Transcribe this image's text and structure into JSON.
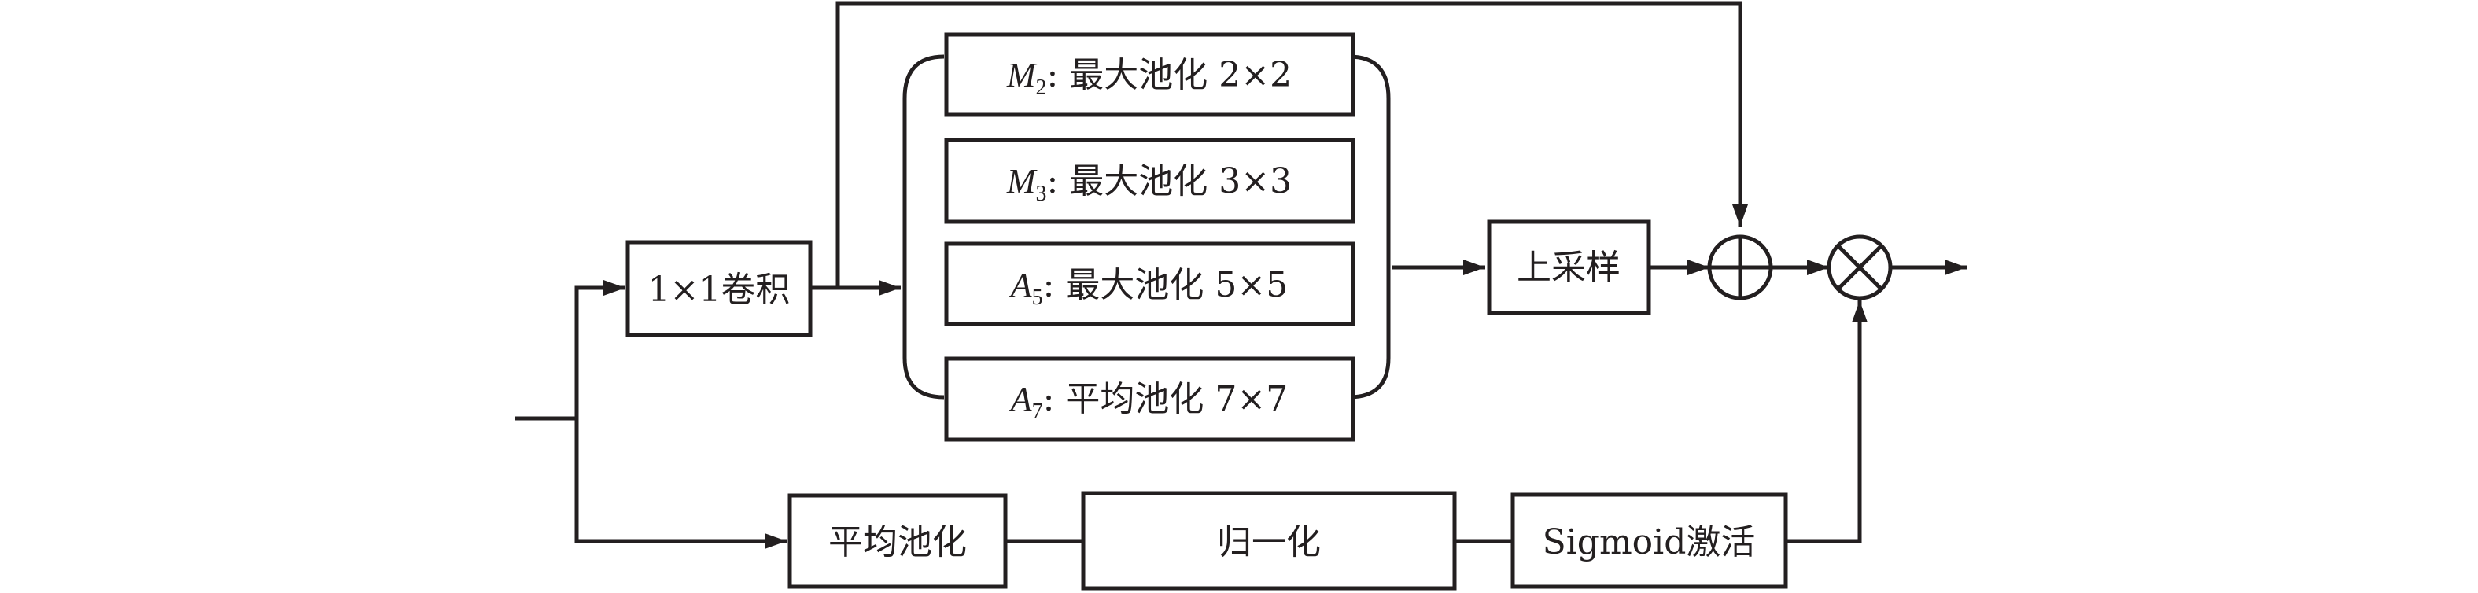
{
  "colors": {
    "stroke": "#231f20",
    "background": "#ffffff"
  },
  "blocks": {
    "conv": "1×1卷积",
    "upsample": "上采样",
    "avg_pool": "平均池化",
    "normalize": "归一化",
    "sigmoid": "Sigmoid激活"
  },
  "branches": [
    {
      "var": "M",
      "sub": "2",
      "text": ": 最大池化 2×2"
    },
    {
      "var": "M",
      "sub": "3",
      "text": ": 最大池化 3×3"
    },
    {
      "var": "A",
      "sub": "5",
      "text": ": 最大池化 5×5"
    },
    {
      "var": "A",
      "sub": "7",
      "text": ": 平均池化 7×7"
    }
  ],
  "operators": {
    "add": "add-circle-icon",
    "multiply": "multiply-circle-icon"
  }
}
